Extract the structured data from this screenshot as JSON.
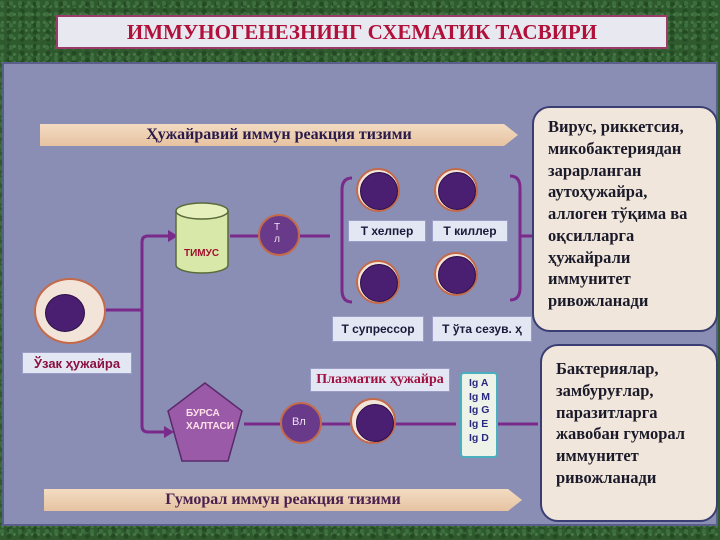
{
  "title": "ИММУНОГЕНЕЗНИНГ СХЕМАТИК ТАСВИРИ",
  "cell_immune_band": "Ҳужайравий иммун реакция тизими",
  "humoral_band": "Гуморал иммун реакция тизими",
  "stem_cell_label": "Ўзак ҳужайра",
  "thymus_label": "ТИМУС",
  "bursa_label_line1": "БУРСА",
  "bursa_label_line2": "ХАЛТАСИ",
  "t_lymph_line1": "Т",
  "t_lymph_line2": "л",
  "b_lymph_label": "Вл",
  "t_cells": [
    "Т хелпер",
    "Т киллер",
    "Т супрессор",
    "Т ўта сезув. ҳ"
  ],
  "plasma_label": "Плазматик ҳужайра",
  "immunoglobulins": [
    "Ig A",
    "Ig M",
    "Ig G",
    "Ig E",
    "Ig D"
  ],
  "right_box_top": [
    "Вирус, риккетсия,",
    "микобактериядан",
    "зарарланган",
    "аутоҳужайра,",
    "аллоген тўқима ва",
    "оқсилларга",
    "ҳужайрали",
    "иммунитет",
    "ривожланади"
  ],
  "right_box_bottom": [
    "Бактериялар,",
    "замбуруғлар,",
    "паразитларга",
    "жавобан гуморал",
    "иммунитет",
    "ривожланади"
  ],
  "colors": {
    "panel": "#8a8eb4",
    "connector": "#7a2a8a",
    "nucleus": "#4a1e70",
    "title_text": "#b0103a"
  }
}
